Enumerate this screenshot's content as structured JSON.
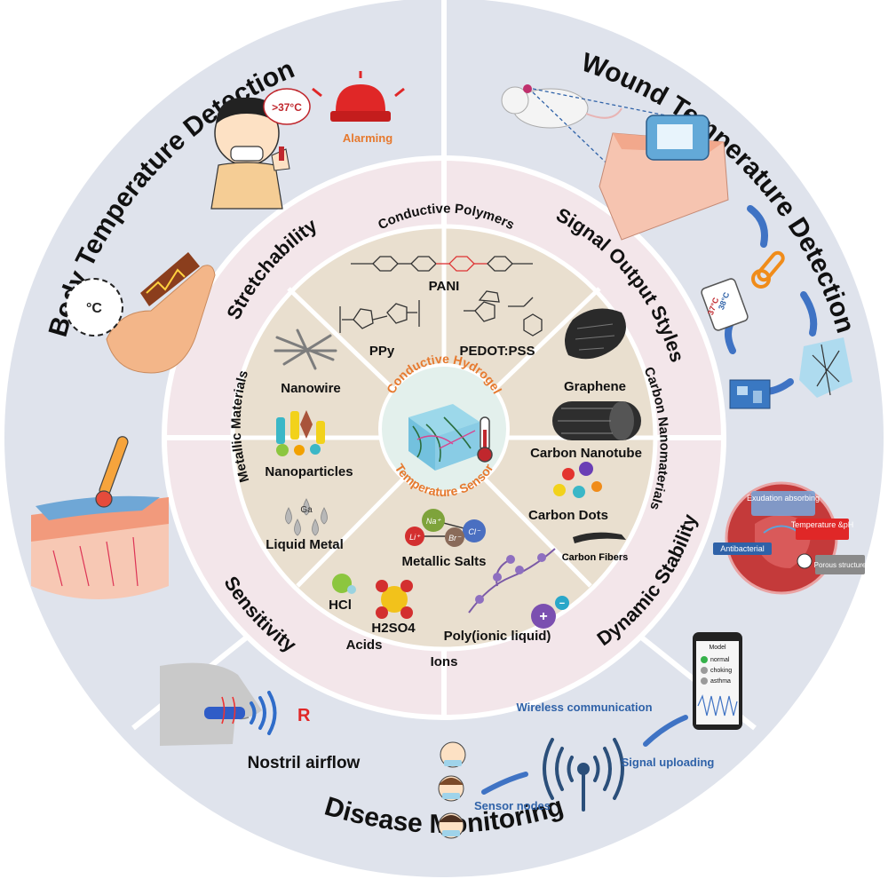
{
  "outer": {
    "body_temp": "Body Temperature Detection",
    "wound_temp": "Wound Temperature Detection",
    "disease": "Disease Monitoring"
  },
  "middle": {
    "stretchability": "Stretchability",
    "signal_output": "Signal Output Styles",
    "sensitivity": "Sensitivity",
    "dynamic_stability": "Dynamic Stability"
  },
  "center": {
    "line1": "Conductive Hydrogel",
    "line2": "Temperature Sensor"
  },
  "polymers": {
    "title": "Conductive Polymers",
    "pani": "PANI",
    "ppy": "PPy",
    "pedot": "PEDOT:PSS"
  },
  "metals": {
    "title": "Metallic Materials",
    "nanowire": "Nanowire",
    "nanoparticles": "Nanoparticles",
    "liquid_metal": "Liquid Metal",
    "ga": "Ga"
  },
  "carbon": {
    "title": "Carbon Nanomaterials",
    "graphene": "Graphene",
    "nanotube": "Carbon Nanotube",
    "dots": "Carbon Dots",
    "fibers": "Carbon Fibers"
  },
  "ions": {
    "title": "Ions",
    "salts": "Metallic Salts",
    "hcl": "HCl",
    "h2so4": "H2SO4",
    "acids": "Acids",
    "pil": "Poly(ionic liquid)",
    "na": "Na⁺",
    "cl": "Cl⁻",
    "li": "Li⁺",
    "br": "Br⁻"
  },
  "scenes": {
    "fever": ">37°C",
    "alarming": "Alarming",
    "celsius": "°C",
    "wound_temp_readout": "38°C",
    "wound_temp_readout2": "37°C",
    "exudation": "Exudation absorbing",
    "temp_ph": "Temperature &pH",
    "antibacterial": "Antibacterial",
    "porous": "Porous structure",
    "nostril": "Nostril airflow",
    "r": "R",
    "wireless": "Wireless communication",
    "signal_uploading": "Signal uploading",
    "sensor_nodes": "Sensor nodes",
    "model": "Model",
    "normal": "normal",
    "choking": "choking",
    "asthma": "asthma"
  },
  "colors": {
    "outer_ring": "#dfe3ec",
    "middle_ring": "#f3e6ea",
    "inner_disk": "#e9dfcf",
    "center": "#e3f0ec",
    "accent_orange": "#e6792e",
    "accent_blue": "#2f62a8"
  }
}
